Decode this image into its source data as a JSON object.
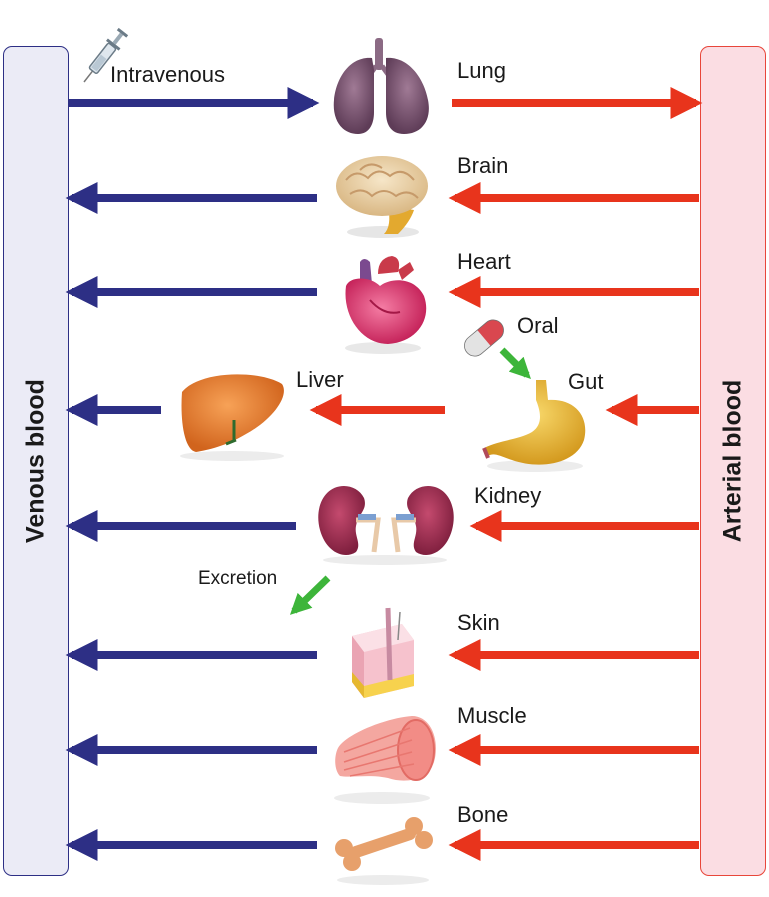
{
  "columns": {
    "venous_label": "Venous blood",
    "arterial_label": "Arterial blood"
  },
  "routes": {
    "intravenous": "Intravenous",
    "oral": "Oral",
    "excretion": "Excretion"
  },
  "organs": {
    "lung": "Lung",
    "brain": "Brain",
    "heart": "Heart",
    "liver": "Liver",
    "gut": "Gut",
    "kidney": "Kidney",
    "skin": "Skin",
    "muscle": "Muscle",
    "bone": "Bone"
  },
  "colors": {
    "venous": "#2d2f85",
    "arterial": "#e8341c",
    "route": "#3db53a"
  }
}
